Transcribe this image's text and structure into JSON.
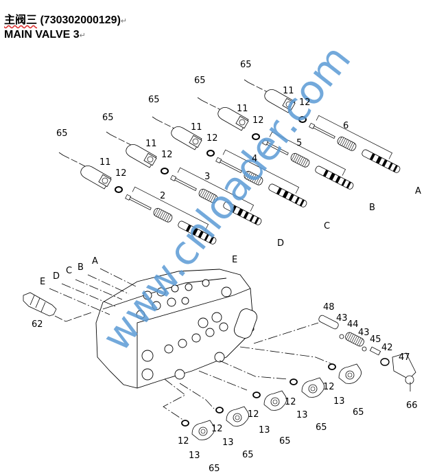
{
  "header": {
    "title_cn": "主阀三",
    "part_number": "(730302000129)",
    "title_en": "MAIN VALVE 3",
    "return_mark": "↵"
  },
  "watermark": {
    "text": "www.cnloader.com",
    "color": "#5b9bd5"
  },
  "callouts": {
    "bolt": "65",
    "cap": "11",
    "oring": "12",
    "spool_2": "2",
    "spool_3": "3",
    "spool_4": "4",
    "spool_5": "5",
    "spool_6": "6",
    "port_a": "A",
    "port_b": "B",
    "port_c": "C",
    "port_d": "D",
    "port_e": "E",
    "plug": "62",
    "valve_48": "48",
    "washer": "43",
    "spring_44": "44",
    "poppet_45": "45",
    "ring_42": "42",
    "cover_47": "47",
    "bolt_66": "66",
    "cover_13": "13"
  }
}
